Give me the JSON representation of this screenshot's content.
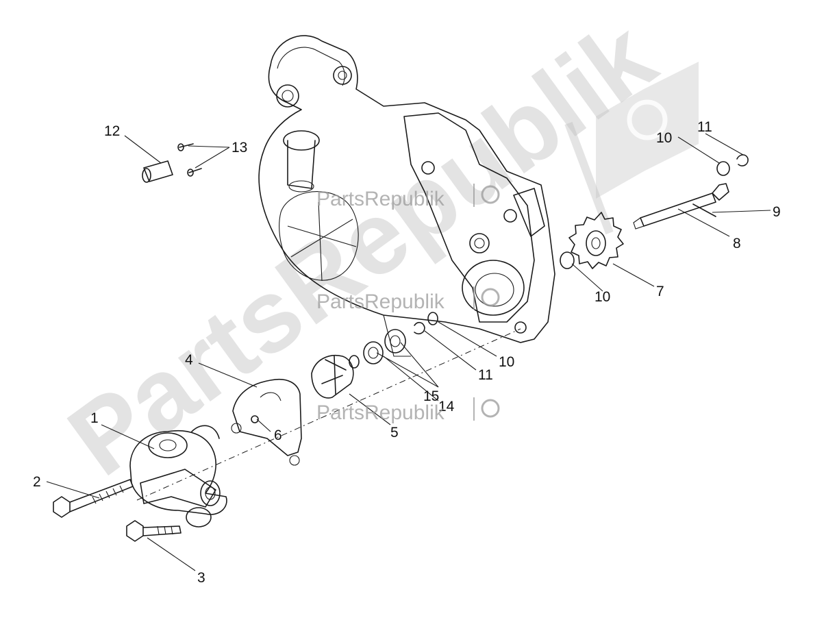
{
  "watermark": {
    "brand_text": "PartsRepublik",
    "large_text": "PartsRepublik",
    "icon": "gear-flag-icon",
    "color": "#9a9a9a"
  },
  "callouts": [
    {
      "id": "c1",
      "label": "1"
    },
    {
      "id": "c2",
      "label": "2"
    },
    {
      "id": "c3",
      "label": "3"
    },
    {
      "id": "c4",
      "label": "4"
    },
    {
      "id": "c5",
      "label": "5"
    },
    {
      "id": "c6",
      "label": "6"
    },
    {
      "id": "c7",
      "label": "7"
    },
    {
      "id": "c8",
      "label": "8"
    },
    {
      "id": "c9",
      "label": "9"
    },
    {
      "id": "c10a",
      "label": "10"
    },
    {
      "id": "c10b",
      "label": "10"
    },
    {
      "id": "c10c",
      "label": "10"
    },
    {
      "id": "c11a",
      "label": "11"
    },
    {
      "id": "c11b",
      "label": "11"
    },
    {
      "id": "c12",
      "label": "12"
    },
    {
      "id": "c13",
      "label": "13"
    },
    {
      "id": "c14",
      "label": "14"
    },
    {
      "id": "c15",
      "label": "15"
    }
  ]
}
